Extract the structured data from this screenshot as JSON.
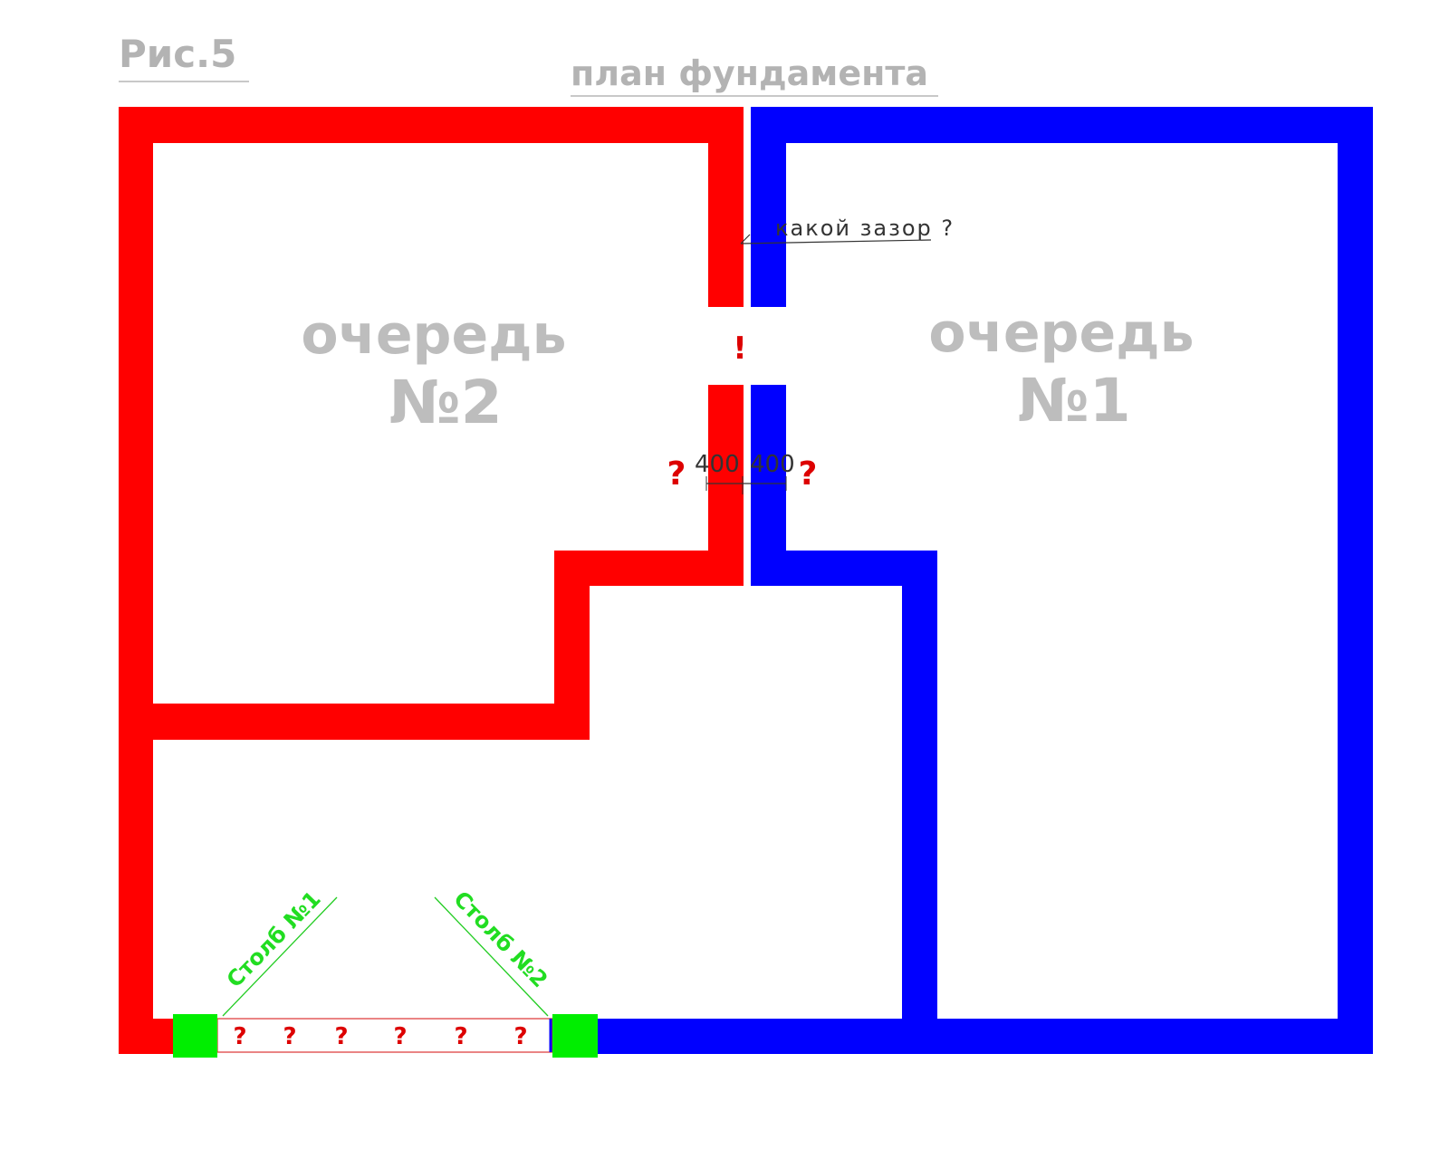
{
  "figure": {
    "label": "Рис.5",
    "title": "план фундамента"
  },
  "phases": {
    "phase2": {
      "line1": "очередь",
      "line2": "№2"
    },
    "phase1": {
      "line1": "очередь",
      "line2": "№1"
    }
  },
  "annotations": {
    "gap_question": "какой зазор ?",
    "exclamation": "!",
    "dim_left": "400",
    "dim_right": "400",
    "question_left": "?",
    "question_right": "?",
    "beam_marks": [
      "?",
      "?",
      "?",
      "?",
      "?",
      "?"
    ]
  },
  "pillars": {
    "pillar1": "Столб №1",
    "pillar2": "Столб №2"
  },
  "colors": {
    "phase2_wall": "#ff0000",
    "phase1_wall": "#0000ff",
    "pillar": "#00ee00",
    "leader_green": "#22cc22",
    "title_gray": "#b3b3b3"
  }
}
